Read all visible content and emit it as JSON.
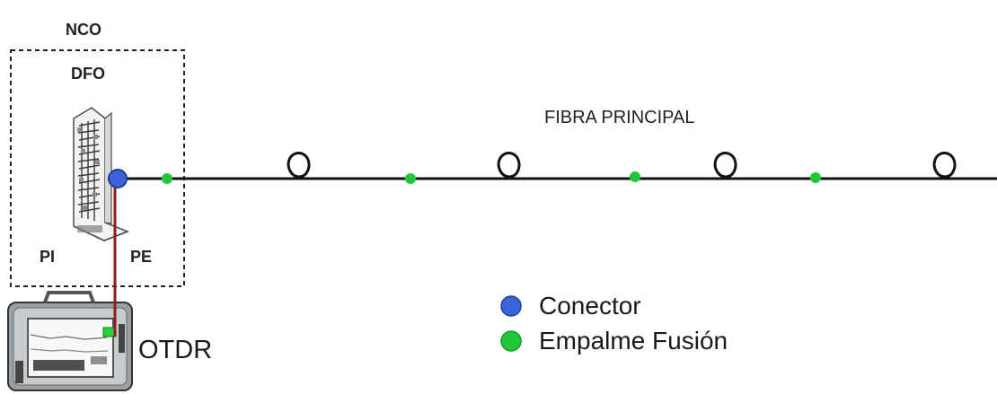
{
  "labels": {
    "nco": "NCO",
    "dfo": "DFO",
    "fibra_principal": "FIBRA PRINCIPAL",
    "pi": "PI",
    "pe": "PE",
    "otdr": "OTDR"
  },
  "legend": {
    "connector": "Conector",
    "fusion_splice": "Empalme Fusión"
  },
  "colors": {
    "connector": "#3b64d8",
    "fusion_splice": "#20c83a",
    "fiber": "#111111",
    "patch_cord": "#8b1e1e",
    "enclosure": "#222222"
  },
  "icons": {
    "odf_rack": "fiber-distribution-frame-icon",
    "otdr_device": "otdr-device-icon",
    "fiber_loop": "fiber-slack-loop-icon"
  }
}
